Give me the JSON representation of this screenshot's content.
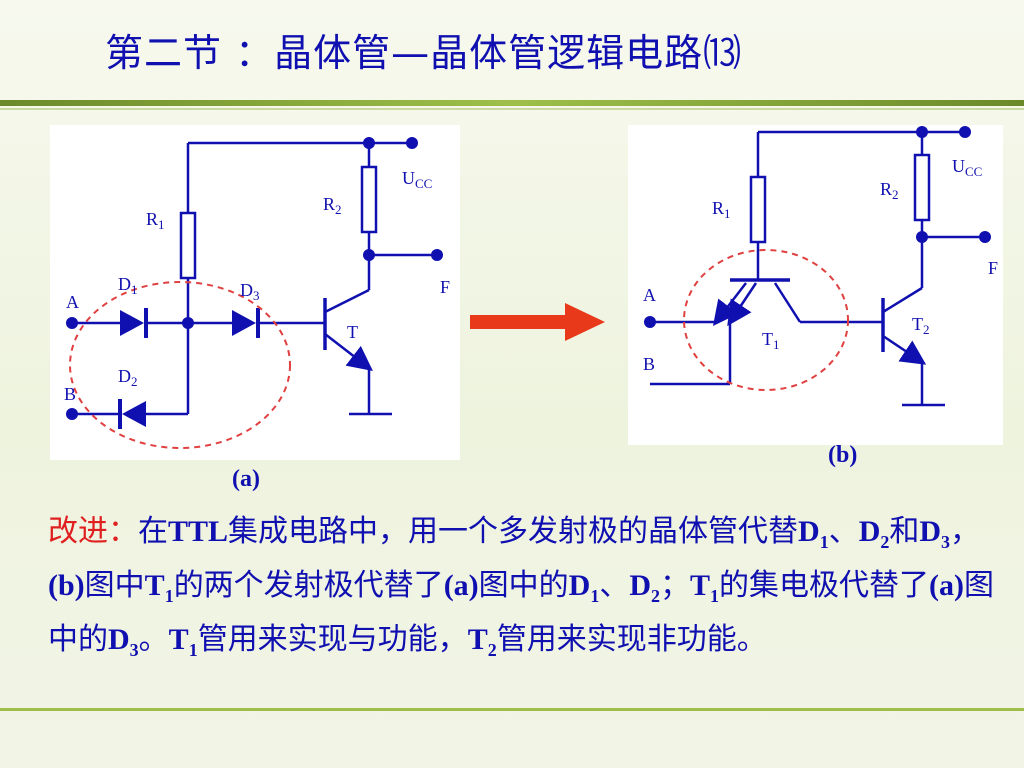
{
  "title": "第二节 ：晶体管—晶体管逻辑电路⒀",
  "circuit_a": {
    "labels": {
      "r1": "R",
      "r1_sub": "1",
      "r2": "R",
      "r2_sub": "2",
      "ucc": "U",
      "ucc_sub": "CC",
      "d1": "D",
      "d1_sub": "1",
      "d2": "D",
      "d2_sub": "2",
      "d3": "D",
      "d3_sub": "3",
      "a": "A",
      "b": "B",
      "f": "F",
      "t": "T"
    },
    "caption": "(a)"
  },
  "circuit_b": {
    "labels": {
      "r1": "R",
      "r1_sub": "1",
      "r2": "R",
      "r2_sub": "2",
      "ucc": "U",
      "ucc_sub": "CC",
      "a": "A",
      "b": "B",
      "f": "F",
      "t1": "T",
      "t1_sub": "1",
      "t2": "T",
      "t2_sub": "2"
    },
    "caption": "(b)"
  },
  "colors": {
    "wire": "#1010b0",
    "arrow": "#e83a1a",
    "circle": "#e04040",
    "accent_text": "#e02020"
  },
  "text": {
    "lead": "改进：",
    "p1": "在",
    "ttl": "TTL",
    "p2": "集成电路中，用一个多发射极的晶体管代替",
    "d": "D",
    "s1": "1",
    "s2": "2",
    "s3": "3",
    "sep1": "、",
    "and": "和",
    "p3": "，",
    "b_label": "(b)",
    "p4": "图中",
    "t": "T",
    "p5": "的两个发射极代替了",
    "a_label": "(a)",
    "p6": "图中的",
    "p7": "；",
    "p8": "的集电极代替了",
    "p9": "。",
    "p10": "管用来实现与功能，",
    "p11": "管用来实现非功能。"
  }
}
